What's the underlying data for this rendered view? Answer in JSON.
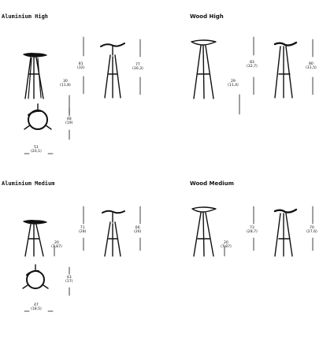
{
  "sections": {
    "aluminium_high": {
      "title": "Aluminium High",
      "front_height_cm": "81",
      "front_height_in": "(32)",
      "seat_height_cm": "30",
      "seat_height_in": "(11,8)",
      "side_height_cm": "77",
      "side_height_in": "(30,3)",
      "top_height_cm": "48",
      "top_height_in": "(19)",
      "base_width_cm": "51",
      "base_width_in": "(20,1)"
    },
    "wood_high": {
      "title": "Wood High",
      "front_height_cm": "83",
      "front_height_in": "(32,7)",
      "seat_height_cm": "29",
      "seat_height_in": "(11,4)",
      "side_height_cm": "80",
      "side_height_in": "(31,5)"
    },
    "aluminium_medium": {
      "title": "Aluminium Medium",
      "front_height_cm": "71",
      "front_height_in": "(28)",
      "seat_height_cm": "20",
      "seat_height_in": "(7,87)",
      "side_height_cm": "66",
      "side_height_in": "(26)",
      "top_height_cm": "43",
      "top_height_in": "(17)",
      "base_width_cm": "47",
      "base_width_in": "(18,5)"
    },
    "wood_medium": {
      "title": "Wood Medium",
      "front_height_cm": "73",
      "front_height_in": "(28,7)",
      "seat_height_cm": "20",
      "seat_height_in": "(7,87)",
      "side_height_cm": "70",
      "side_height_in": "(27,6)"
    }
  }
}
